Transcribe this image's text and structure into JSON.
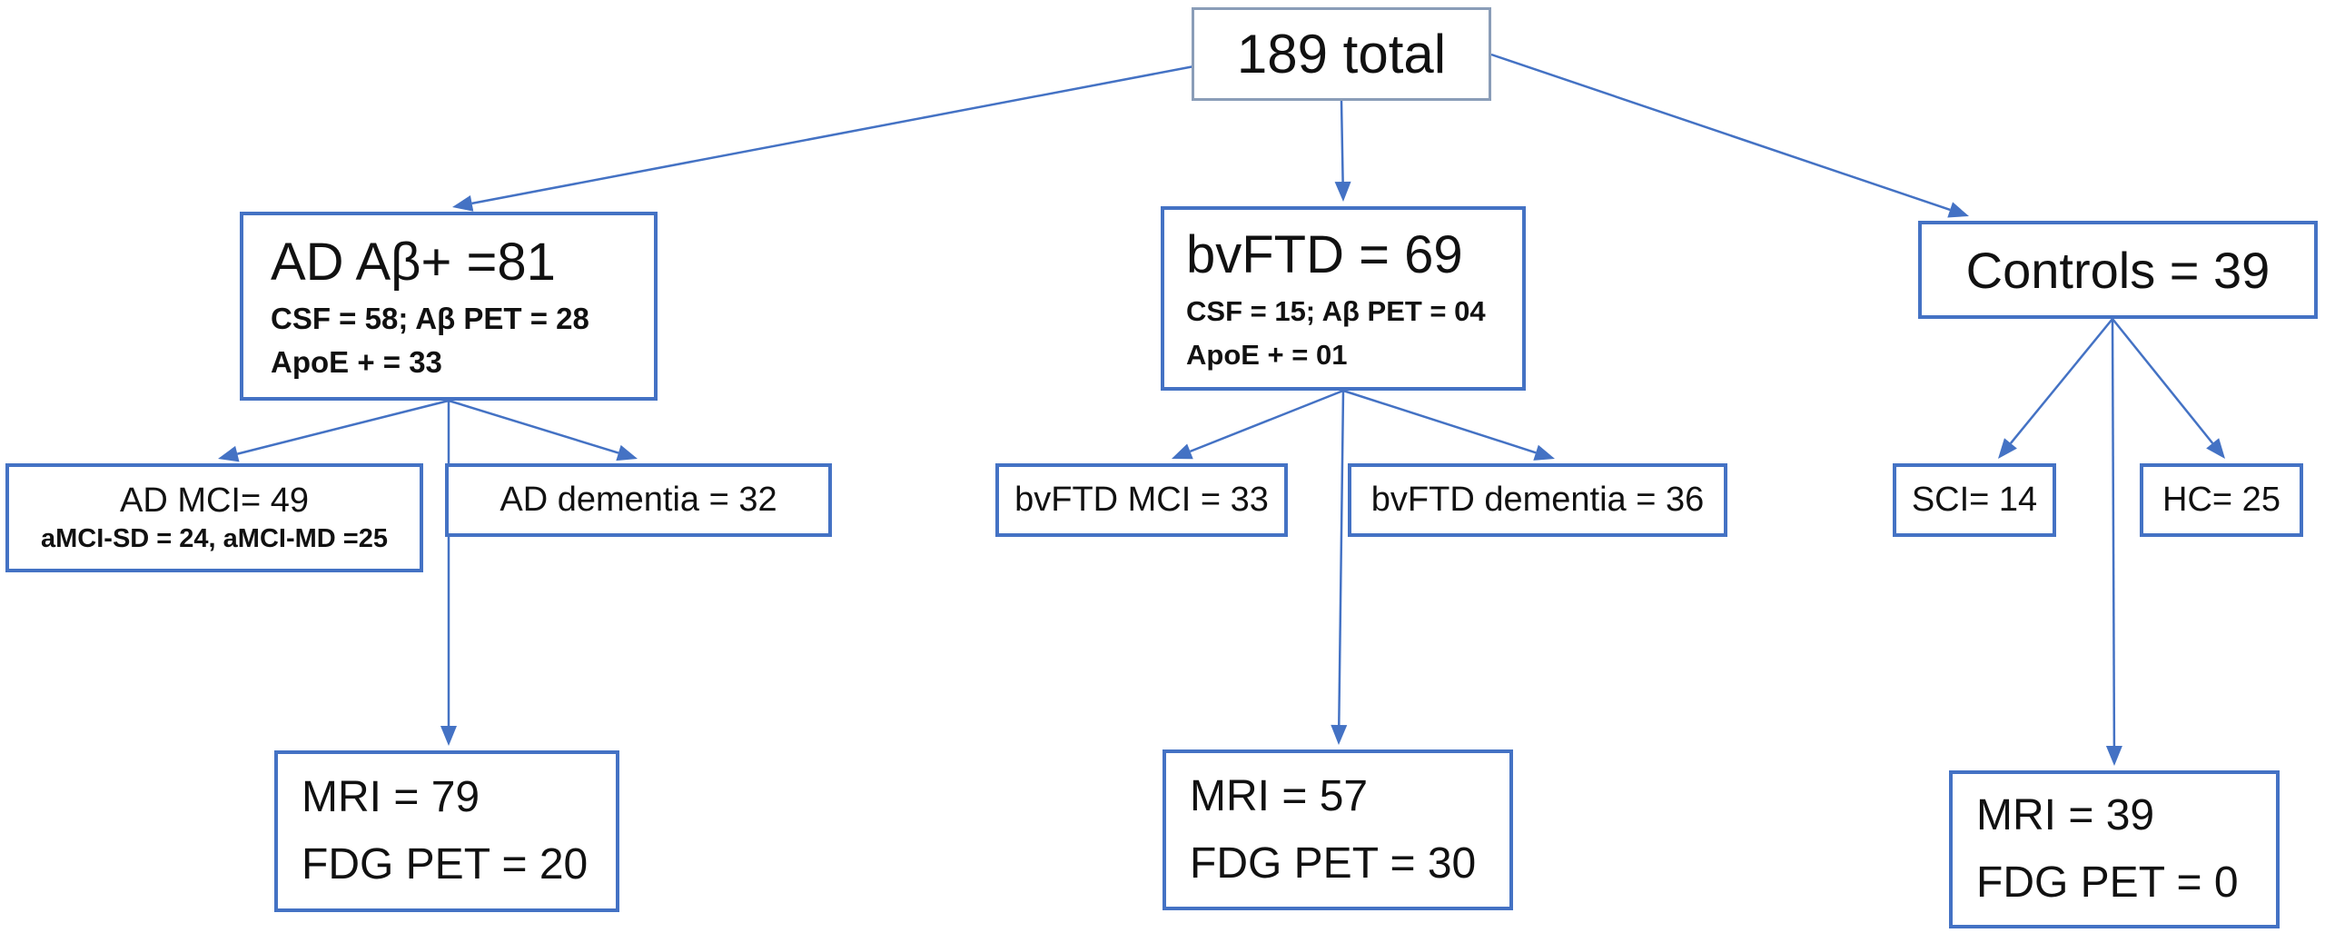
{
  "colors": {
    "box_border": "#4472c4",
    "root_border": "#8a9db8",
    "arrow": "#4472c4",
    "text": "#111111"
  },
  "root": {
    "label": "189 total"
  },
  "ad": {
    "title": "AD  Aβ+ =81",
    "line1": "CSF =  58;  Aβ PET = 28",
    "line2": "ApoE + = 33",
    "mci": {
      "label": "AD MCI= 49",
      "sub": "aMCI-SD = 24, aMCI-MD =25"
    },
    "dementia": {
      "label": "AD dementia = 32"
    },
    "imaging": {
      "mri": "MRI = 79",
      "fdg": "FDG PET = 20"
    }
  },
  "bvftd": {
    "title": "bvFTD = 69",
    "line1": "CSF =  15; Aβ PET = 04",
    "line2": "ApoE + = 01",
    "mci": {
      "label": "bvFTD MCI = 33"
    },
    "dementia": {
      "label": "bvFTD dementia = 36"
    },
    "imaging": {
      "mri": "MRI = 57",
      "fdg": "FDG PET = 30"
    }
  },
  "controls": {
    "title": "Controls = 39",
    "sci": {
      "label": "SCI= 14"
    },
    "hc": {
      "label": "HC= 25"
    },
    "imaging": {
      "mri": "MRI = 39",
      "fdg": "FDG PET = 0"
    }
  }
}
